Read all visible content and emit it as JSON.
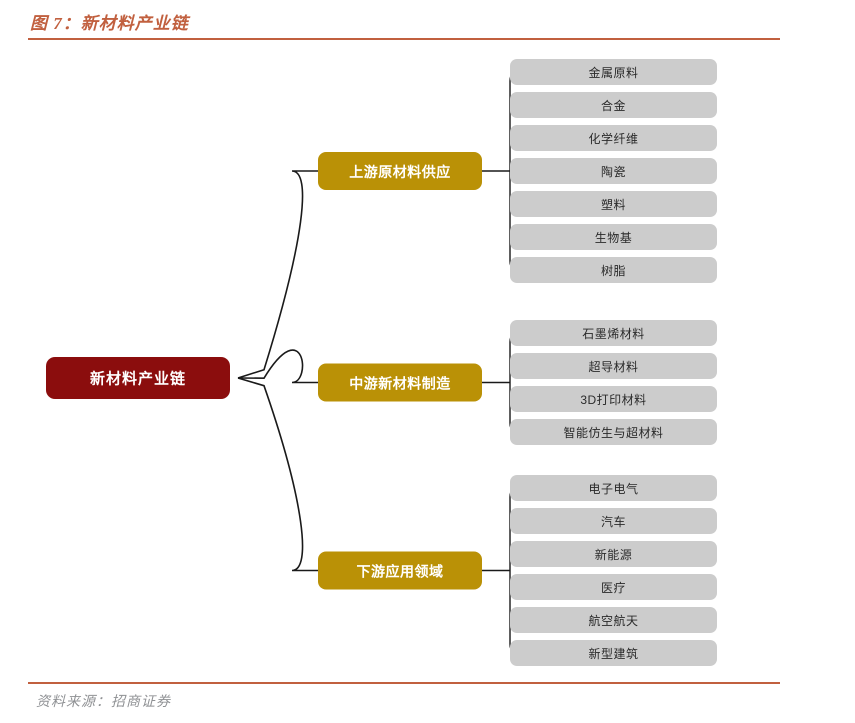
{
  "figure": {
    "title": "图 7：新材料产业链",
    "source": "资料来源：招商证券",
    "accent_color": "#c1603f",
    "root_color": "#8b0d0d",
    "branch_color": "#ba9106",
    "leaf_color": "#cccccc",
    "line_color": "#1a1a1a"
  },
  "chart_data": {
    "type": "diagram",
    "title": "新材料产业链",
    "root": {
      "label": "新材料产业链"
    },
    "branches": [
      {
        "label": "上游原材料供应",
        "leaves": [
          "金属原料",
          "合金",
          "化学纤维",
          "陶瓷",
          "塑料",
          "生物基",
          "树脂"
        ]
      },
      {
        "label": "中游新材料制造",
        "leaves": [
          "石墨烯材料",
          "超导材料",
          "3D打印材料",
          "智能仿生与超材料"
        ]
      },
      {
        "label": "下游应用领域",
        "leaves": [
          "电子电气",
          "汽车",
          "新能源",
          "医疗",
          "航空航天",
          "新型建筑"
        ]
      }
    ]
  }
}
